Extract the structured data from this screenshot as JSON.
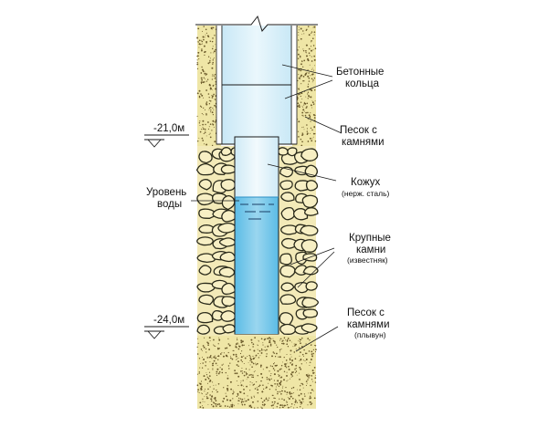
{
  "diagram": {
    "colors": {
      "sand": "#efe6a6",
      "sand_dots": "#6b5a2a",
      "stone_fill": "#f7efc4",
      "stone_stroke": "#2a2a1a",
      "water": "#8fd0ec",
      "water_dark": "#4fb6e3",
      "ring_fill": "#d7eef8",
      "outline": "#1a1a1a"
    },
    "labels": {
      "concrete_rings_line1": "Бетонные",
      "concrete_rings_line2": "кольца",
      "sand_stones_top_line1": "Песок с",
      "sand_stones_top_line2": "камнями",
      "casing_line1": "Кожух",
      "casing_line2": "(нерж. сталь)",
      "water_level_line1": "Уровень",
      "water_level_line2": "воды",
      "large_stones_line1": "Крупные",
      "large_stones_line2": "камни",
      "large_stones_line3": "(известняк)",
      "sand_stones_bottom_line1": "Песок с",
      "sand_stones_bottom_line2": "камнями",
      "sand_stones_bottom_line3": "(плывун)",
      "depth_top": "-21,0м",
      "depth_bottom": "-24,0м"
    }
  }
}
